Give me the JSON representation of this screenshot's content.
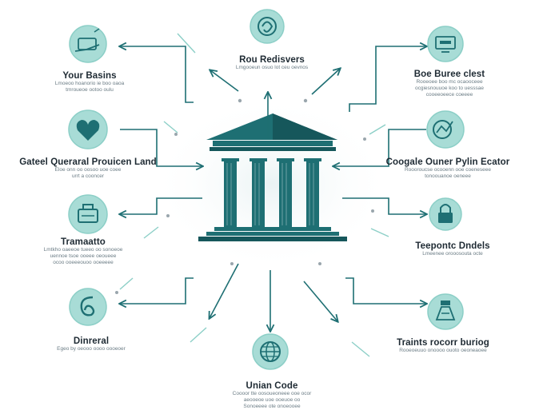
{
  "colors": {
    "teal": "#1e6f73",
    "teal_dark": "#16575b",
    "circle_fill": "#a8dcd6",
    "circle_stroke": "#8ccfc7",
    "text": "#1e2a33",
    "subtext": "#6b7c85",
    "dot": "#9aa6ad"
  },
  "nodes": {
    "top": {
      "title": "Rou Redisvers",
      "sub": [
        "Lmgooeun osuo lot ceu oevnos"
      ],
      "icon": "coin-swirl-icon"
    },
    "top_left": {
      "title": "Your Basins",
      "sub": [
        "Lmoeoo hoanorio ie boo oaoa",
        "tmroueoe ootoo oulu"
      ],
      "icon": "hand-card-icon"
    },
    "top_right": {
      "title": "Boe Buree clest",
      "sub": [
        "Rooeoee boo mc ocaooceee",
        "ocgiesnouuoe koo to uesssae",
        "cooeeoeece coeeee"
      ],
      "icon": "monitor-icon"
    },
    "mid_left": {
      "title": "Gateel Queraral Prouicen Land",
      "sub": [
        "Eloe onn oo oosoo uoe coee",
        "urrt a cooncer"
      ],
      "icon": "heart-hand-icon"
    },
    "mid_right": {
      "title": "Coogale Ouner Pylin Ecator",
      "sub": [
        "Roooroucse ocooenn ooe coeneseee",
        "tonoouanoe oeneee"
      ],
      "icon": "chart-circle-icon"
    },
    "left3": {
      "title": "Tramaatto",
      "sub": [
        "Lmtkho oaeeoe tueeo oo sonoeoe",
        "uennoe tsoe ooeee oeoueee",
        "ocoo ooeeeouoo ooeeeee"
      ],
      "icon": "lock-box-icon"
    },
    "right3": {
      "title": "Teepontc Dndels",
      "sub": [
        "Lmeenee orooosouta octe"
      ],
      "icon": "padlock-icon"
    },
    "left4": {
      "title": "Dinreral",
      "sub": [
        "Egeo by oeooo oooo oooeoer"
      ],
      "icon": "swirl-icon"
    },
    "right4": {
      "title": "Traints rocorr buriog",
      "sub": [
        "Rooeoeuuo onoooo ouoto oeoneaoee"
      ],
      "icon": "scales-icon"
    },
    "bottom": {
      "title": "Unian Code",
      "sub": [
        "Coooor tte oosoueoneee ooe ocor",
        "aeooeoe uoe ooeuoe oo",
        "Sonoeeee ote onoeooee"
      ],
      "icon": "globe-icon"
    }
  }
}
